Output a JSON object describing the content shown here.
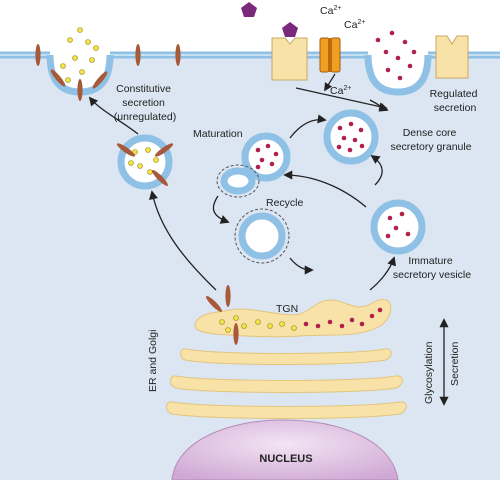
{
  "labels": {
    "constitutive_line1": "Constitutive",
    "constitutive_line2": "secretion",
    "constitutive_line3": "(unregulated)",
    "maturation": "Maturation",
    "recycle": "Recycle",
    "dense_core_line1": "Dense core",
    "dense_core_line2": "secretory granule",
    "regulated_line1": "Regulated",
    "regulated_line2": "secretion",
    "immature_line1": "Immature",
    "immature_line2": "secretory vesicle",
    "tgn": "TGN",
    "er_golgi": "ER and Golgi",
    "glycosylation": "Glycosylation",
    "secretion": "Secretion",
    "nucleus": "NUCLEUS",
    "calcium_base": "Ca",
    "calcium_sup": "2+"
  },
  "colors": {
    "cytoplasm": "#dbe6f2",
    "membrane_outer": "#8fc0e6",
    "membrane_inner": "#ffffff",
    "golgi": "#f9e2a7",
    "golgi_edge": "#e2c57d",
    "yellow_cargo": "#f2e24a",
    "dense_cargo": "#b0204a",
    "receptor": "#a65a3a",
    "channel_orange": "#f0a020",
    "channel_dark": "#c06a10",
    "pentagon": "#7a2a7a",
    "nucleus": "#d8b8dc",
    "arrow": "#222222"
  }
}
